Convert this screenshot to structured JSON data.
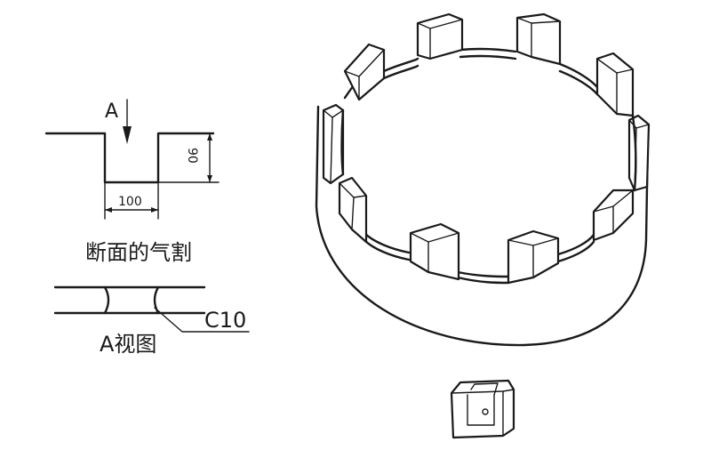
{
  "section": {
    "view_arrow_label": "A",
    "width_dim": "100",
    "depth_dim": "90",
    "caption": "断面的气割"
  },
  "a_view": {
    "chamfer_label": "C10",
    "caption": "A视图"
  }
}
